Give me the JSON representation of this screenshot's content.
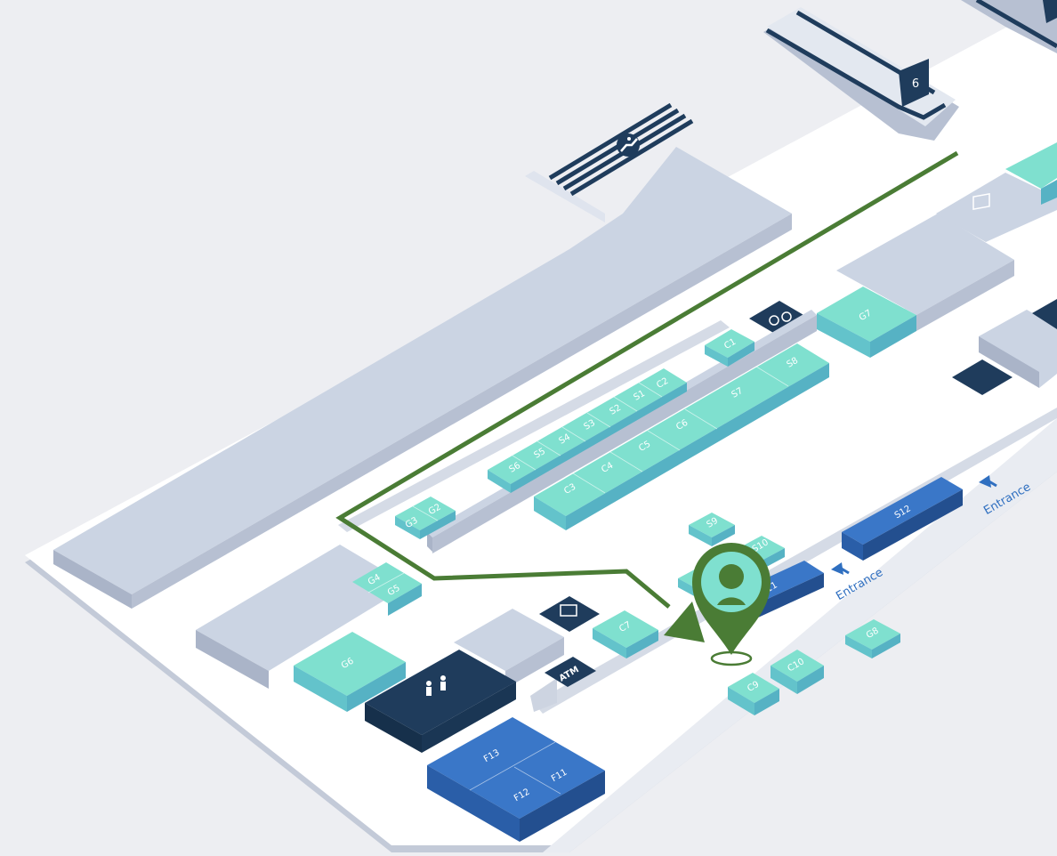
{
  "colors": {
    "background": "#edeef2",
    "floor": "#ffffff",
    "floor_edge": "#c3cad8",
    "wall_top": "#cbd4e3",
    "wall_left": "#aab4c8",
    "wall_right": "#b7c0d2",
    "teal_top": "#7fe0cf",
    "teal_left": "#63c3cb",
    "teal_right": "#56b2c4",
    "blue_top": "#3a77c8",
    "blue_left": "#2a5ea8",
    "blue_right": "#234f8f",
    "navy": "#1f3c5c",
    "navy_dark": "#16304b",
    "route": "#4a7c35",
    "entrance": "#2f6fc0"
  },
  "shops": {
    "c1": "C1",
    "c2": "C2",
    "c3": "C3",
    "c4": "C4",
    "c5": "C5",
    "c6": "C6",
    "s1": "S1",
    "s2": "S2",
    "s3": "S3",
    "s4": "S4",
    "s5": "S5",
    "s6": "S6",
    "s7": "S7",
    "s8": "S8",
    "g7": "G7",
    "g3": "G3",
    "g2": "G2",
    "g4": "G4",
    "g5": "G5",
    "g6": "G6",
    "s9": "S9",
    "s10": "S10",
    "s11": "S11",
    "s12": "S12",
    "c7": "C7",
    "c9": "C9",
    "c10": "C10",
    "g8": "G8",
    "f11": "F11",
    "f12": "F12",
    "f13": "F13"
  },
  "labels": {
    "entrance_1": "Entrance",
    "entrance_2": "Entrance",
    "atm": "ATM",
    "elevator_number": "6"
  },
  "icons": {
    "escalator": "escalator-icon",
    "currency_exchange": "currency-exchange-icon",
    "ticket_machine": "ticket-machine-icon",
    "restroom": "restroom-icon",
    "location_pin": "location-pin-icon"
  }
}
